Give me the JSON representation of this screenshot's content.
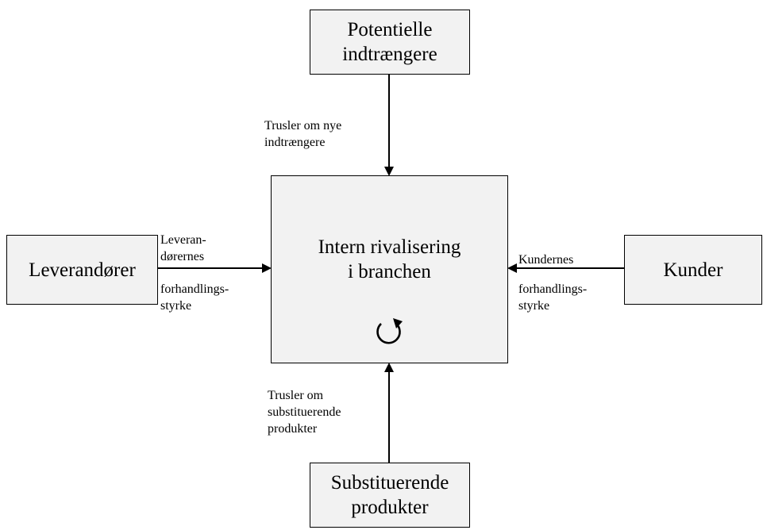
{
  "nodes": {
    "top": [
      "Potentielle",
      "indtrængere"
    ],
    "center": [
      "Intern rivalisering",
      "i branchen"
    ],
    "left": [
      "Leverandører"
    ],
    "right": [
      "Kunder"
    ],
    "bottom": [
      "Substituerende",
      "produkter"
    ]
  },
  "edges": {
    "top": [
      "Trusler om nye",
      "indtrængere"
    ],
    "left_upper": [
      "Leveran-",
      "dørernes"
    ],
    "left_lower": [
      "forhandlings-",
      "styrke"
    ],
    "right_upper": [
      "Kundernes"
    ],
    "right_lower": [
      "forhandlings-",
      "styrke"
    ],
    "bottom": [
      "Trusler om",
      "substituerende",
      "produkter"
    ]
  },
  "icons": {
    "center": "rotate-cycle-icon"
  },
  "colors": {
    "box_fill": "#f2f2f2",
    "stroke": "#000000"
  }
}
